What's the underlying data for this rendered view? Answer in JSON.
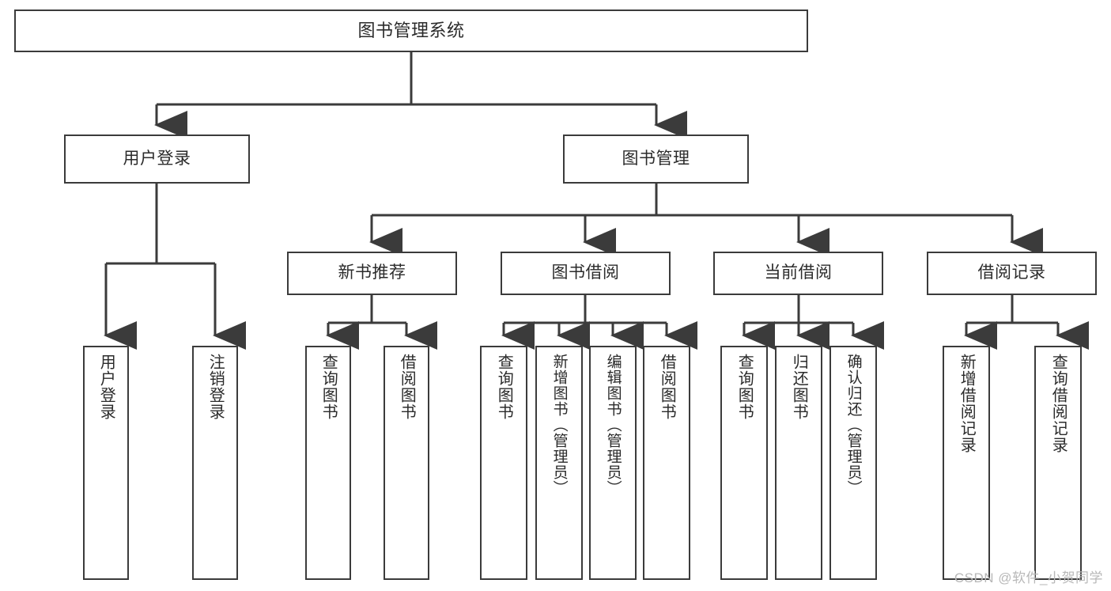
{
  "diagram": {
    "type": "tree-hierarchy",
    "title": "图书管理系统",
    "watermark": "CSDN @软件_小贺同学",
    "colors": {
      "stroke": "#3b3b3b",
      "fill": "#ffffff",
      "text": "#2b2b2b",
      "watermark": "#b8b8b8"
    },
    "nodes": {
      "root": {
        "label": "图书管理系统"
      },
      "level2": [
        {
          "id": "user-login",
          "label": "用户登录"
        },
        {
          "id": "book-manage",
          "label": "图书管理"
        }
      ],
      "level3": [
        {
          "id": "new-book-recommend",
          "label": "新书推荐"
        },
        {
          "id": "book-borrow",
          "label": "图书借阅"
        },
        {
          "id": "current-borrow",
          "label": "当前借阅"
        },
        {
          "id": "borrow-record",
          "label": "借阅记录"
        }
      ],
      "leaves": {
        "user-login": [
          {
            "id": "leaf-user-login",
            "label": "用户登录"
          },
          {
            "id": "leaf-user-logout",
            "label": "注销登录"
          }
        ],
        "new-book-recommend": [
          {
            "id": "leaf-query-book-1",
            "label": "查询图书"
          },
          {
            "id": "leaf-borrow-book-1",
            "label": "借阅图书"
          }
        ],
        "book-borrow": [
          {
            "id": "leaf-query-book-2",
            "label": "查询图书"
          },
          {
            "id": "leaf-add-book",
            "label": "新增图书（管理员）"
          },
          {
            "id": "leaf-edit-book",
            "label": "编辑图书（管理员）"
          },
          {
            "id": "leaf-borrow-book-2",
            "label": "借阅图书"
          }
        ],
        "current-borrow": [
          {
            "id": "leaf-query-book-3",
            "label": "查询图书"
          },
          {
            "id": "leaf-return-book",
            "label": "归还图书"
          },
          {
            "id": "leaf-confirm-return",
            "label": "确认归还（管理员）"
          }
        ],
        "borrow-record": [
          {
            "id": "leaf-add-record",
            "label": "新增借阅记录"
          },
          {
            "id": "leaf-query-record",
            "label": "查询借阅记录"
          }
        ]
      }
    }
  }
}
